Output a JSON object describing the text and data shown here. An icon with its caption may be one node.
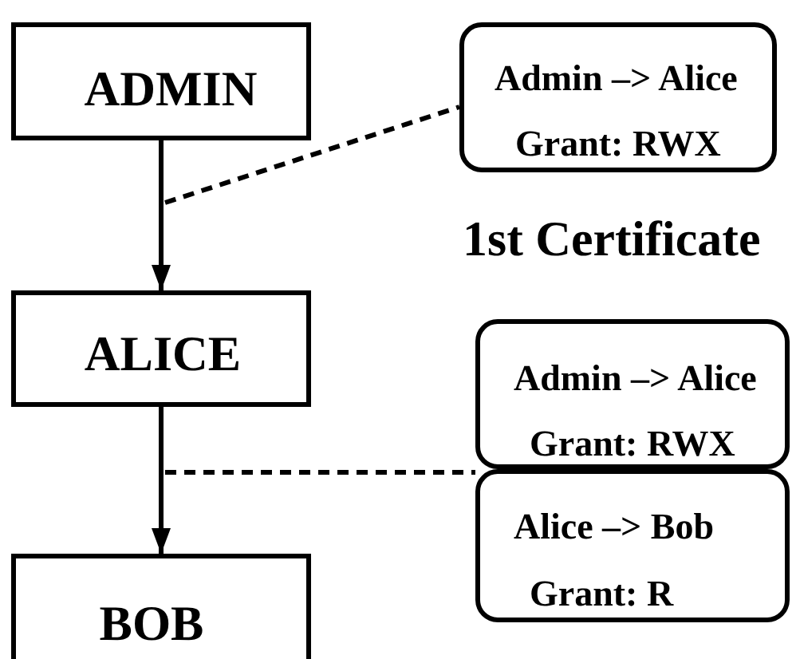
{
  "diagram": {
    "nodes": [
      {
        "text": [
          "ADMIN"
        ]
      },
      {
        "text": [
          "ALICE"
        ]
      },
      {
        "text": [
          "BOB"
        ]
      },
      {
        "text": [
          "Admin –> Alice",
          "Grant: RWX"
        ],
        "beside": [
          "1st Certificate"
        ]
      },
      {
        "text": [
          "Admin –> Alice",
          "Grant: RWX"
        ]
      },
      {
        "text": [
          "Alice –> Bob",
          "Grant: R"
        ]
      }
    ],
    "edges": [
      {
        "from": 0,
        "to": 1,
        "arrow": "to"
      },
      {
        "from": 1,
        "to": 2,
        "arrow": "to"
      },
      {
        "from": null,
        "to": 3,
        "arrow": "none",
        "style": "dashed"
      },
      {
        "from": null,
        "to": 5,
        "arrow": "none",
        "style": "dashed"
      }
    ]
  }
}
